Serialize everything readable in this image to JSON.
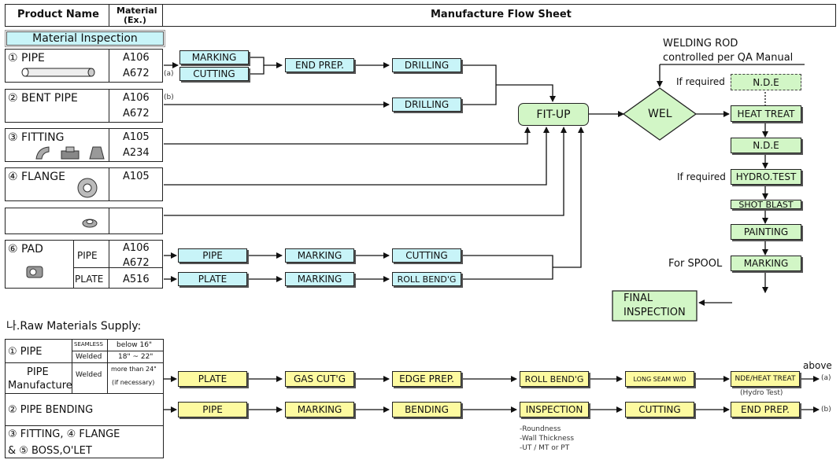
{
  "header": {
    "product_name": "Product Name",
    "material_1": "Material",
    "material_2": "(Ex.)",
    "flow_sheet": "Manufacture Flow Sheet"
  },
  "material_inspection": "Material Inspection",
  "products": {
    "pipe": {
      "name": "① PIPE",
      "m1": "A106",
      "m2": "A672"
    },
    "bent_pipe": {
      "name": "② BENT PIPE",
      "m1": "A106",
      "m2": "A672"
    },
    "fitting": {
      "name": "③ FITTING",
      "m1": "A105",
      "m2": "A234"
    },
    "flange": {
      "name": "④ FLANGE",
      "m1": "A105"
    },
    "pad": {
      "name": "⑥ PAD",
      "sub_pipe": "PIPE",
      "sub_plate": "PLATE",
      "m1": "A106",
      "m2": "A672",
      "m3": "A516"
    }
  },
  "notes": {
    "a": "(a)",
    "b": "(b)"
  },
  "flow": {
    "marking": "MARKING",
    "cutting": "CUTTING",
    "end_prep": "END PREP.",
    "drilling": "DRILLING",
    "drilling2": "DRILLING",
    "fitup": "FIT-UP",
    "weld": "WEL",
    "welding_rod_1": "WELDING ROD",
    "welding_rod_2": "controlled per  QA Manual",
    "if_required_1": "If required",
    "nde_1": "N.D.E",
    "heat_treat": "HEAT TREAT",
    "nde_2": "N.D.E",
    "if_required_2": "If required",
    "hydro_test": "HYDRO.TEST",
    "shot_blast": "SHOT BLAST",
    "painting": "PAINTING",
    "for_spool": "For  SPOOL",
    "marking_final": "MARKING",
    "final_1": "FINAL",
    "final_2": "INSPECTION",
    "pad_pipe": "PIPE",
    "pad_marking1": "MARKING",
    "pad_cutting": "CUTTING",
    "pad_plate": "PLATE",
    "pad_marking2": "MARKING",
    "pad_roll": "ROLL BEND'G"
  },
  "raw": {
    "title": "나.Raw Materials Supply:",
    "pipe": "① PIPE",
    "seamless": "SEAMLESS",
    "below16": "below 16\"",
    "welded_small": "Welded",
    "r18_22": "18\" ~ 22\"",
    "pipe_mfg_1": "PIPE",
    "pipe_mfg_2": "Manufacture",
    "welded": "Welded",
    "more24_1": "more than 24\"",
    "more24_2": "(if necessary)",
    "pipe_bending": "② PIPE  BENDING",
    "fitting_1": "③ FITTING, ④ FLANGE",
    "fitting_2": "& ⑤ BOSS,O'LET",
    "row1": [
      "PLATE",
      "GAS CUT'G",
      "EDGE PREP.",
      "ROLL BEND'G",
      "LONG SEAM W/D",
      "NDE/HEAT TREAT"
    ],
    "row2": [
      "PIPE",
      "MARKING",
      "BENDING",
      "INSPECTION",
      "CUTTING",
      "END PREP."
    ],
    "above": "above",
    "to_a": "(a)",
    "to_b": "(b)",
    "hydro_note": "(Hydro Test)",
    "insp_notes": [
      "-Roundness",
      "-Wall Thickness",
      "-UT / MT or PT"
    ]
  },
  "colors": {
    "cyan": "#c8f4f8",
    "green": "#d2f6c6",
    "yellow": "#fdfaa0"
  }
}
